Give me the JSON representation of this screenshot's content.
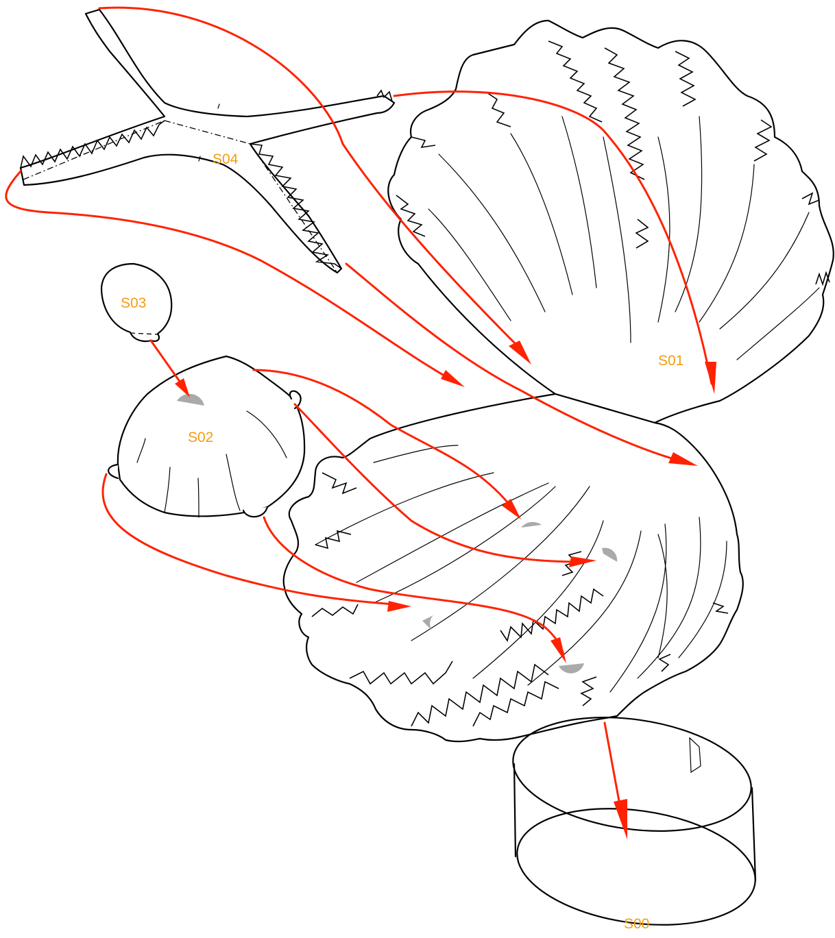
{
  "diagram": {
    "parts": [
      {
        "id": "S00",
        "label": "S00",
        "description": "cylindrical band base"
      },
      {
        "id": "S01",
        "label": "S01",
        "description": "upper scalloped shell"
      },
      {
        "id": "S02",
        "label": "S02",
        "description": "small cap"
      },
      {
        "id": "S03",
        "label": "S03",
        "description": "round tab"
      },
      {
        "id": "S04",
        "label": "S04",
        "description": "forked tail piece"
      }
    ],
    "colors": {
      "label": "#f39c12",
      "arrow": "#ff2200",
      "outline": "#000000",
      "marker": "#aaaaaa"
    },
    "icons": {
      "connection_arrow": "red-arrow-icon",
      "attach_marker": "half-disc-icon"
    }
  }
}
